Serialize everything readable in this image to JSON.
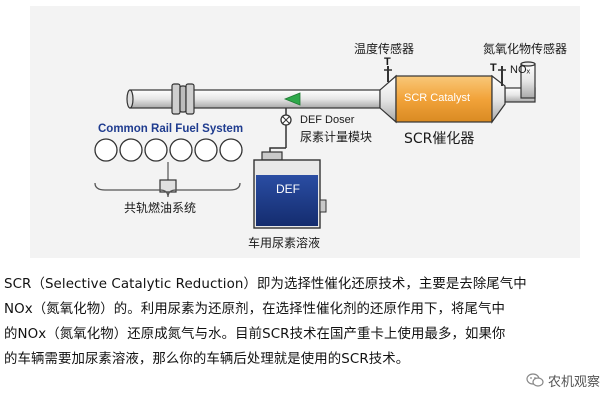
{
  "labels": {
    "temp_sensor": "温度传感器",
    "nox_sensor": "氮氧化物传感器",
    "t1": "T",
    "t2": "T",
    "nox": "NOₓ",
    "scr_catalyst": "SCR Catalyst",
    "common_rail": "Common Rail Fuel System",
    "def_doser": "DEF Doser",
    "doser_cn": "尿素计量模块",
    "scr_cn": "SCR催化器",
    "fuel_system_cn": "共轨燃油系统",
    "def_tank": "DEF",
    "def_tank_cn": "车用尿素溶液"
  },
  "caption": {
    "line1": "SCR（Selective Catalytic Reduction）即为选择性催化还原技术，主要是去除尾气中",
    "line2": "NOx（氮氧化物）的。利用尿素为还原剂，在选择性催化剂的还原作用下，将尾气中",
    "line3": "的NOx（氮氧化物）还原成氮气与水。目前SCR技术在国产重卡上使用最多，如果你",
    "line4": "的车辆需要加尿素溶液，那么你的车辆后处理就是使用的SCR技术。"
  },
  "watermark": {
    "text": "农机观察"
  },
  "colors": {
    "catalyst": "#f2a33a",
    "tank": "#1e3d8f",
    "arrow": "#2ea84a",
    "text_blue": "#1f3c8f"
  }
}
